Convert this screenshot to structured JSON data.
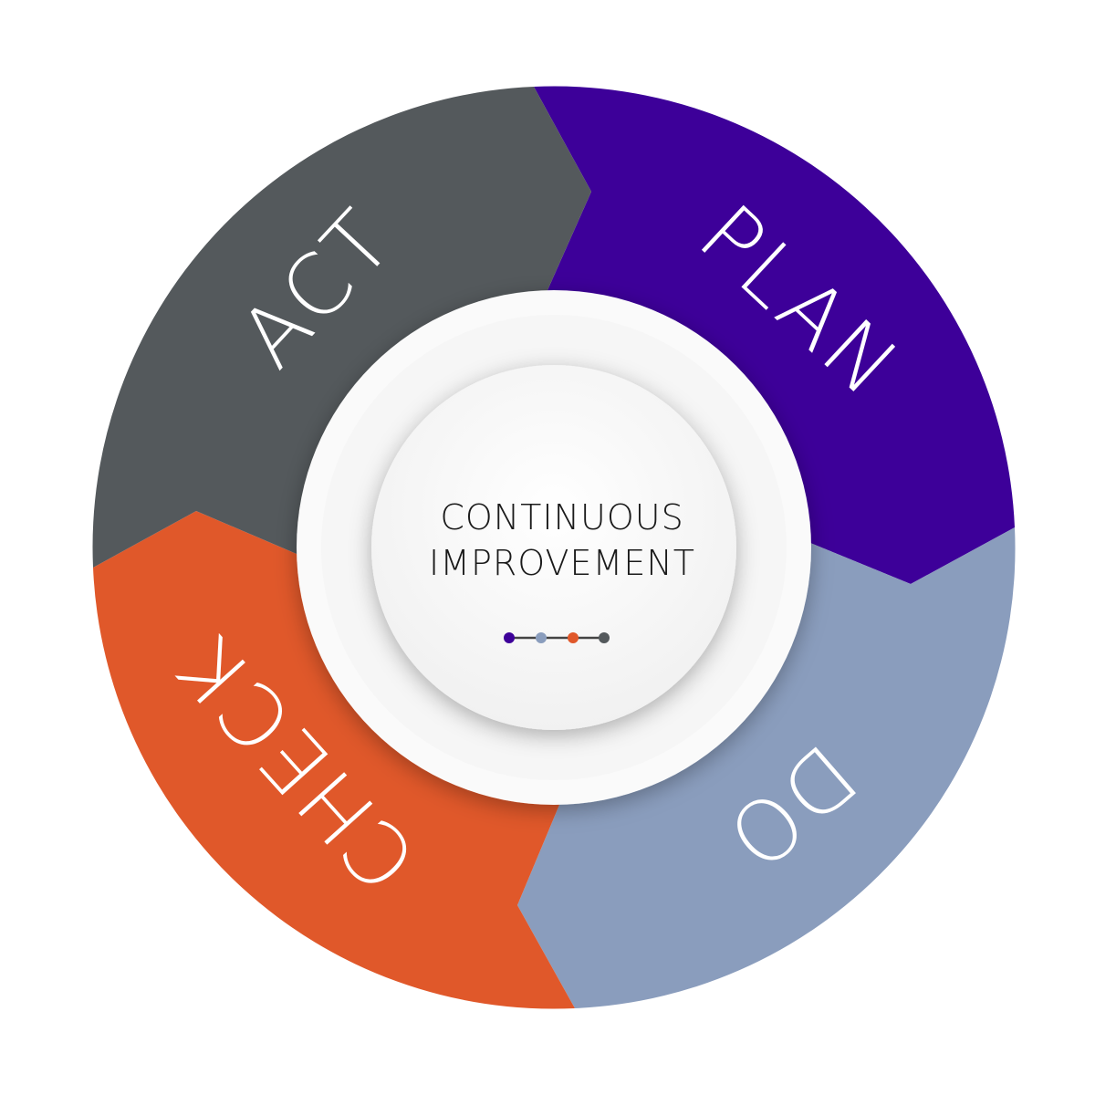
{
  "diagram": {
    "center": {
      "line1": "CONTINUOUS",
      "line2": "IMPROVEMENT"
    },
    "segments": [
      {
        "label": "PLAN",
        "color": "#3d0099"
      },
      {
        "label": "DO",
        "color": "#8a9dbd"
      },
      {
        "label": "CHECK",
        "color": "#e0582a"
      },
      {
        "label": "ACT",
        "color": "#54595c"
      }
    ],
    "dots": [
      "#3d0099",
      "#8a9dbd",
      "#e0582a",
      "#54595c"
    ]
  }
}
